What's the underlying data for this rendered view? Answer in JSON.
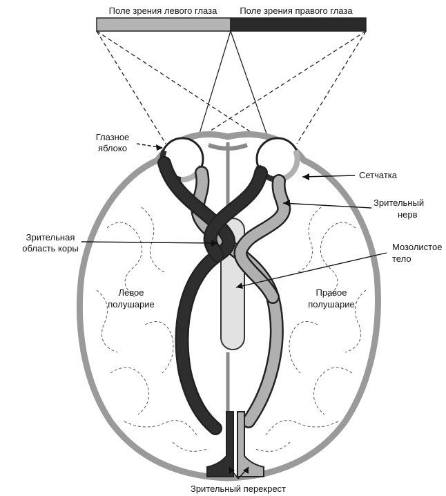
{
  "header": {
    "left_field": "Поле зрения левого глаза",
    "right_field": "Поле зрения правого глаза"
  },
  "labels": {
    "eyeball_line1": "Глазное",
    "eyeball_line2": "яблоко",
    "retina": "Сетчатка",
    "optic_nerve_line1": "Зрительный",
    "optic_nerve_line2": "нерв",
    "visual_cortex_line1": "Зрительная",
    "visual_cortex_line2": "область коры",
    "corpus_callosum_line1": "Мозолистое",
    "corpus_callosum_line2": "тело",
    "left_hemisphere_line1": "Левое",
    "left_hemisphere_line2": "полушарие",
    "right_hemisphere_line1": "Правое",
    "right_hemisphere_line2": "полушарие",
    "chiasm": "Зрительный перекрест"
  },
  "colors": {
    "left_field_bar": "#b4b4b4",
    "right_field_bar": "#2a2a2a",
    "dark_pathway": "#2e2e2e",
    "light_pathway": "#b0b0b0",
    "brain_outline": "#9a9a9a"
  }
}
